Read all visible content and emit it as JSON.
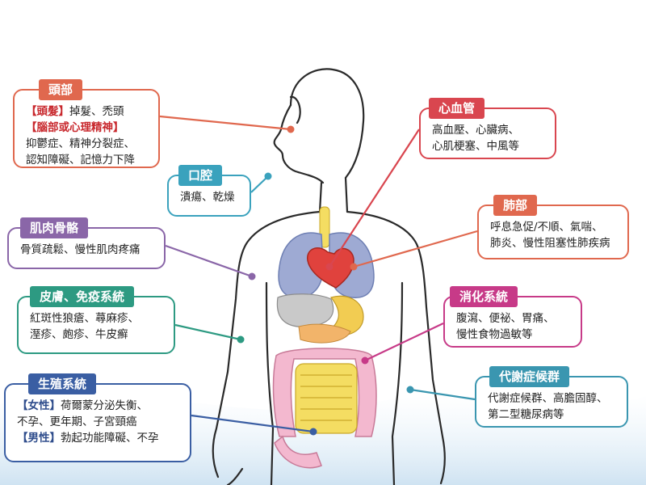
{
  "colors": {
    "head": "#e0684e",
    "mouth": "#3aa2bd",
    "muscle": "#8a66a8",
    "skin": "#2d9a82",
    "repro": "#3a5ea3",
    "heart": "#d9464f",
    "lung": "#e0684e",
    "digest": "#c73a88",
    "meta": "#3a96b0",
    "highlight": "#c8282d"
  },
  "cards": {
    "head": {
      "title": "頭部",
      "line1_tag": "【頭髮】",
      "line1_text": "掉髮、禿頭",
      "line2_tag": "【腦部或心理精神】",
      "line3": "抑鬱症、精神分裂症、",
      "line4": "認知障礙、記憶力下降"
    },
    "mouth": {
      "title": "口腔",
      "line1": "潰瘍、乾燥"
    },
    "muscle": {
      "title": "肌肉骨骼",
      "line1": "骨質疏鬆、慢性肌肉疼痛"
    },
    "skin": {
      "title": "皮膚、免疫系統",
      "line1": "紅斑性狼瘡、蕁麻疹、",
      "line2": "溼疹、皰疹、牛皮癬"
    },
    "repro": {
      "title": "生殖系統",
      "line1_tag": "【女性】",
      "line1_text": "荷爾蒙分泌失衡、",
      "line2": "不孕、更年期、子宮頸癌",
      "line3_tag": "【男性】",
      "line3_text": "勃起功能障礙、不孕"
    },
    "heart": {
      "title": "心血管",
      "line1": "高血壓、心臟病、",
      "line2": "心肌梗塞、中風等"
    },
    "lung": {
      "title": "肺部",
      "line1": "呼息急促/不順、氣喘、",
      "line2": "肺炎、慢性阻塞性肺疾病"
    },
    "digest": {
      "title": "消化系統",
      "line1": "腹瀉、便祕、胃痛、",
      "line2": "慢性食物過敏等"
    },
    "meta": {
      "title": "代謝症候群",
      "line1": "代謝症候群、高膽固醇、",
      "line2": "第二型糖尿病等"
    }
  }
}
